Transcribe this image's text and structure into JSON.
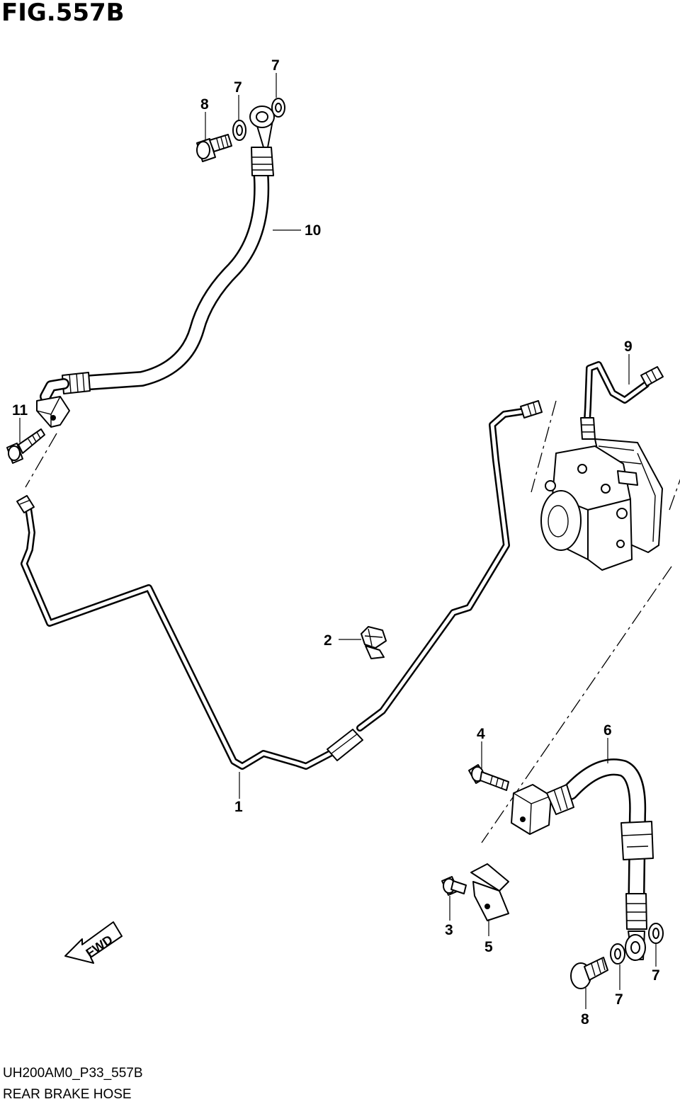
{
  "figure": {
    "title": "FIG.557B"
  },
  "footer": {
    "code": "UH200AM0_P33_557B",
    "caption": "REAR BRAKE HOSE"
  },
  "fwd_label": "FWD",
  "callouts": {
    "c1": "1",
    "c2": "2",
    "c3": "3",
    "c4": "4",
    "c5": "5",
    "c6": "6",
    "c7_top_right": "7",
    "c7_top_left": "7",
    "c7_bottom_left": "7",
    "c7_bottom_right": "7",
    "c8_top": "8",
    "c8_bottom": "8",
    "c9": "9",
    "c10": "10",
    "c11": "11"
  }
}
